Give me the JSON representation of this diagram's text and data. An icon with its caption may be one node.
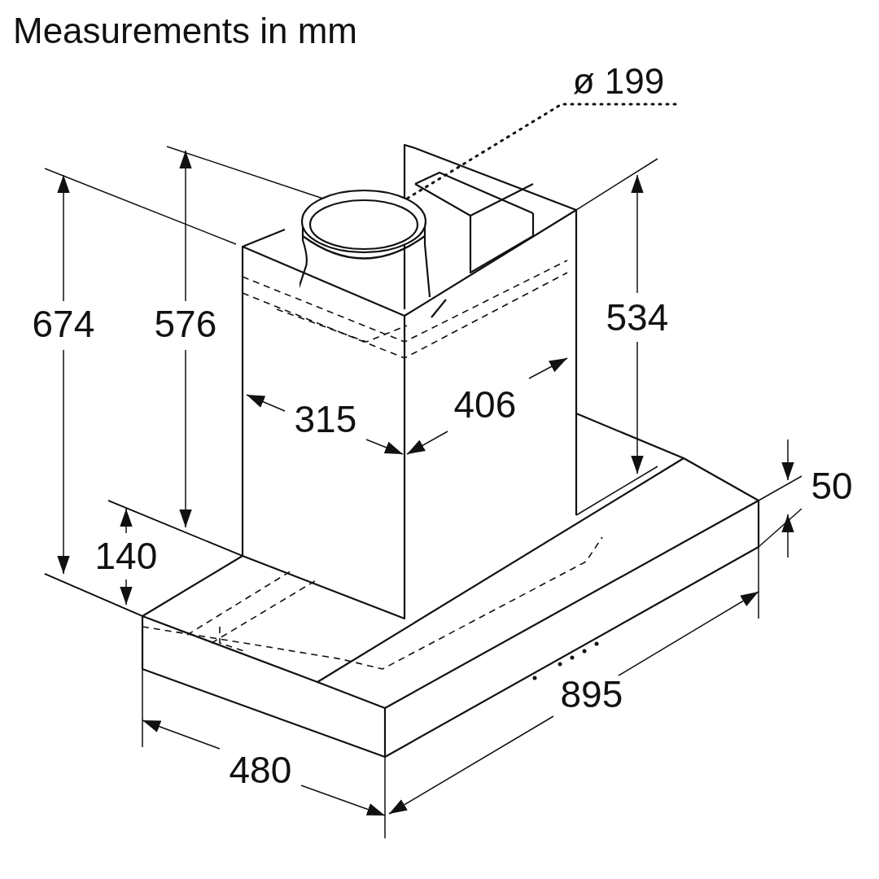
{
  "diagram": {
    "title": "Measurements in mm",
    "nodes": [
      {
        "text": [
          "ø 199"
        ]
      },
      {
        "text": [],
        "shape": "cylinder"
      }
    ],
    "edges": [
      {
        "from": 0,
        "to": 1,
        "arrow": "none"
      }
    ],
    "labels": [
      "674",
      "576",
      "534",
      "406",
      "315",
      "50",
      "140",
      "895",
      "480"
    ]
  }
}
